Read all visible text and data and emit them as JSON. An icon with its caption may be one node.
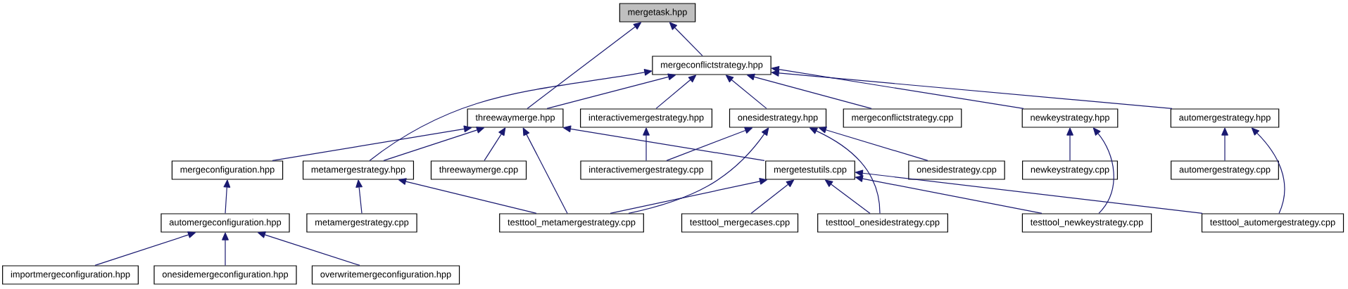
{
  "diagram": {
    "nodes": [
      {
        "text": [
          "mergetask.hpp"
        ]
      },
      {
        "text": [
          "mergeconflictstrategy.hpp"
        ]
      },
      {
        "text": [
          "threewaymerge.hpp"
        ]
      },
      {
        "text": [
          "interactivemergestrategy.hpp"
        ]
      },
      {
        "text": [
          "onesidestrategy.hpp"
        ]
      },
      {
        "text": [
          "mergeconflictstrategy.cpp"
        ]
      },
      {
        "text": [
          "newkeystrategy.hpp"
        ]
      },
      {
        "text": [
          "automergestrategy.hpp"
        ]
      },
      {
        "text": [
          "mergeconfiguration.hpp"
        ]
      },
      {
        "text": [
          "metamergestrategy.hpp"
        ]
      },
      {
        "text": [
          "threewaymerge.cpp"
        ]
      },
      {
        "text": [
          "interactivemergestrategy.cpp"
        ]
      },
      {
        "text": [
          "mergetestutils.cpp"
        ]
      },
      {
        "text": [
          "onesidestrategy.cpp"
        ]
      },
      {
        "text": [
          "newkeystrategy.cpp"
        ]
      },
      {
        "text": [
          "automergestrategy.cpp"
        ]
      },
      {
        "text": [
          "automergeconfiguration.hpp"
        ]
      },
      {
        "text": [
          "metamergestrategy.cpp"
        ]
      },
      {
        "text": [
          "testtool_metamergestrategy.cpp"
        ]
      },
      {
        "text": [
          "testtool_mergecases.cpp"
        ]
      },
      {
        "text": [
          "testtool_onesidestrategy.cpp"
        ]
      },
      {
        "text": [
          "testtool_newkeystrategy.cpp"
        ]
      },
      {
        "text": [
          "testtool_automergestrategy.cpp"
        ]
      },
      {
        "text": [
          "importmergeconfiguration.hpp"
        ]
      },
      {
        "text": [
          "onesidemergeconfiguration.hpp"
        ]
      },
      {
        "text": [
          "overwritemergeconfiguration.hpp"
        ]
      }
    ],
    "edges": [
      {
        "from": 2,
        "to": 0,
        "arrow": "to"
      },
      {
        "from": 1,
        "to": 0,
        "arrow": "to"
      },
      {
        "from": 9,
        "to": 1,
        "arrow": "to"
      },
      {
        "from": 2,
        "to": 1,
        "arrow": "to"
      },
      {
        "from": 3,
        "to": 1,
        "arrow": "to"
      },
      {
        "from": 4,
        "to": 1,
        "arrow": "to"
      },
      {
        "from": 5,
        "to": 1,
        "arrow": "to"
      },
      {
        "from": 6,
        "to": 1,
        "arrow": "to"
      },
      {
        "from": 7,
        "to": 1,
        "arrow": "to"
      },
      {
        "from": 8,
        "to": 2,
        "arrow": "to"
      },
      {
        "from": 9,
        "to": 2,
        "arrow": "to"
      },
      {
        "from": 10,
        "to": 2,
        "arrow": "to"
      },
      {
        "from": 18,
        "to": 2,
        "arrow": "to"
      },
      {
        "from": 12,
        "to": 2,
        "arrow": "to"
      },
      {
        "from": 11,
        "to": 3,
        "arrow": "to"
      },
      {
        "from": 11,
        "to": 4,
        "arrow": "to"
      },
      {
        "from": 18,
        "to": 4,
        "arrow": "to"
      },
      {
        "from": 20,
        "to": 4,
        "arrow": "to"
      },
      {
        "from": 13,
        "to": 4,
        "arrow": "to"
      },
      {
        "from": 14,
        "to": 6,
        "arrow": "to"
      },
      {
        "from": 21,
        "to": 6,
        "arrow": "to"
      },
      {
        "from": 15,
        "to": 7,
        "arrow": "to"
      },
      {
        "from": 22,
        "to": 7,
        "arrow": "to"
      },
      {
        "from": 16,
        "to": 8,
        "arrow": "to"
      },
      {
        "from": 17,
        "to": 9,
        "arrow": "to"
      },
      {
        "from": 18,
        "to": 9,
        "arrow": "to"
      },
      {
        "from": 18,
        "to": 12,
        "arrow": "to"
      },
      {
        "from": 19,
        "to": 12,
        "arrow": "to"
      },
      {
        "from": 20,
        "to": 12,
        "arrow": "to"
      },
      {
        "from": 21,
        "to": 12,
        "arrow": "to"
      },
      {
        "from": 22,
        "to": 12,
        "arrow": "to"
      },
      {
        "from": 23,
        "to": 16,
        "arrow": "to"
      },
      {
        "from": 24,
        "to": 16,
        "arrow": "to"
      },
      {
        "from": 25,
        "to": 16,
        "arrow": "to"
      }
    ]
  }
}
